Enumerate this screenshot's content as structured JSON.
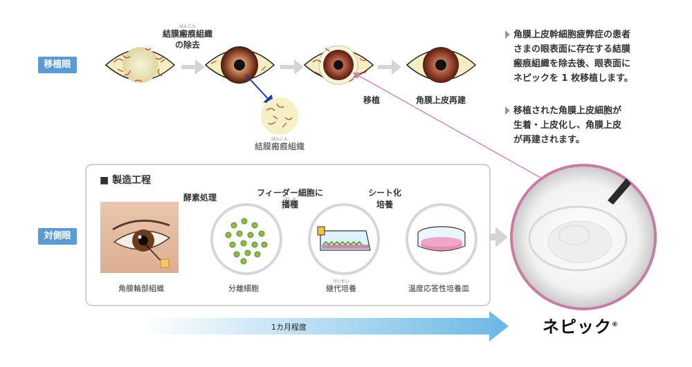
{
  "labels": {
    "transplant_eye": "移植眼",
    "contralateral_eye": "対側眼"
  },
  "top_flow": {
    "step1_label_line1": "結膜瘢痕組織",
    "step1_label_line2": "の除去",
    "step1_ruby": "はんこん",
    "scar_tissue_label": "結膜瘢痕組織",
    "scar_tissue_ruby": "はんこん",
    "transplant_label": "移植",
    "reconstruct_label": "角膜上皮再建"
  },
  "side_notes": [
    {
      "lines": [
        "角膜上皮幹細胞疲弊症の患者",
        "さまの眼表面に存在する結膜",
        "瘢痕組織を除去後、眼表面に",
        "ネピックを 1 枚移植します。"
      ]
    },
    {
      "lines": [
        "移植された角膜上皮細胞が",
        "生着・上皮化し、角膜上皮",
        "が再建されます。"
      ]
    }
  ],
  "manufacturing": {
    "title": "■ 製造工程",
    "enzyme_label": "酵素処理",
    "feeder_label_line1": "フィーダー細胞に",
    "feeder_label_line2": "播種",
    "feeder_ruby": "はしゅ",
    "sheet_label_line1": "シート化",
    "sheet_label_line2": "培養",
    "limbal_label": "角膜輪部組織",
    "isolated_label": "分離細胞",
    "passage_label": "継代培養",
    "passage_ruby": "けいだい",
    "dish_label": "温度応答性培養皿"
  },
  "timebar": {
    "label": "1カ月程度"
  },
  "product": {
    "name": "ネピック",
    "mark": "®"
  },
  "colors": {
    "tag_bg": "#5b9bd5",
    "arrow_gray": "#d4d4d4",
    "timebar_start": "#ffffff",
    "timebar_end": "#6ab8e4",
    "pink_line": "#d67aa8",
    "pink_ring": "#c97ba3",
    "blue_arrow": "#1f3f9e",
    "vessel": "#c0392b",
    "sclera": "#f4eec2"
  }
}
